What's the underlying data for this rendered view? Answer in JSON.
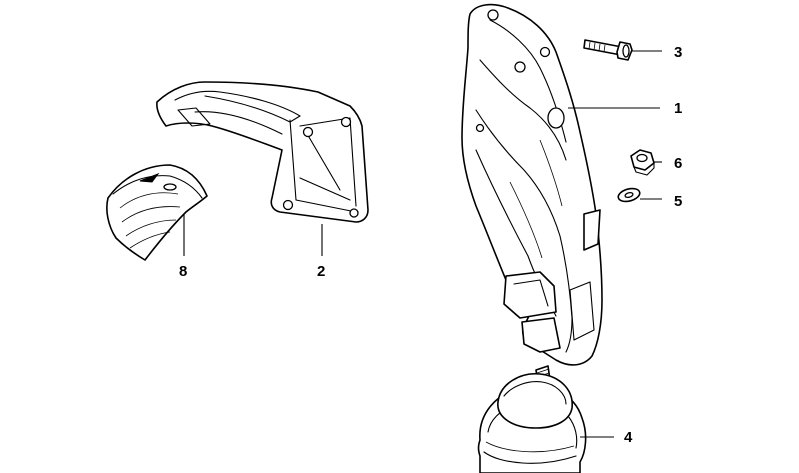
{
  "callouts": [
    {
      "id": "1",
      "label": "1"
    },
    {
      "id": "2",
      "label": "2"
    },
    {
      "id": "3",
      "label": "3"
    },
    {
      "id": "4",
      "label": "4"
    },
    {
      "id": "5",
      "label": "5"
    },
    {
      "id": "6",
      "label": "6"
    },
    {
      "id": "8",
      "label": "8"
    }
  ],
  "colors": {
    "line": "#000000",
    "background": "#ffffff"
  }
}
